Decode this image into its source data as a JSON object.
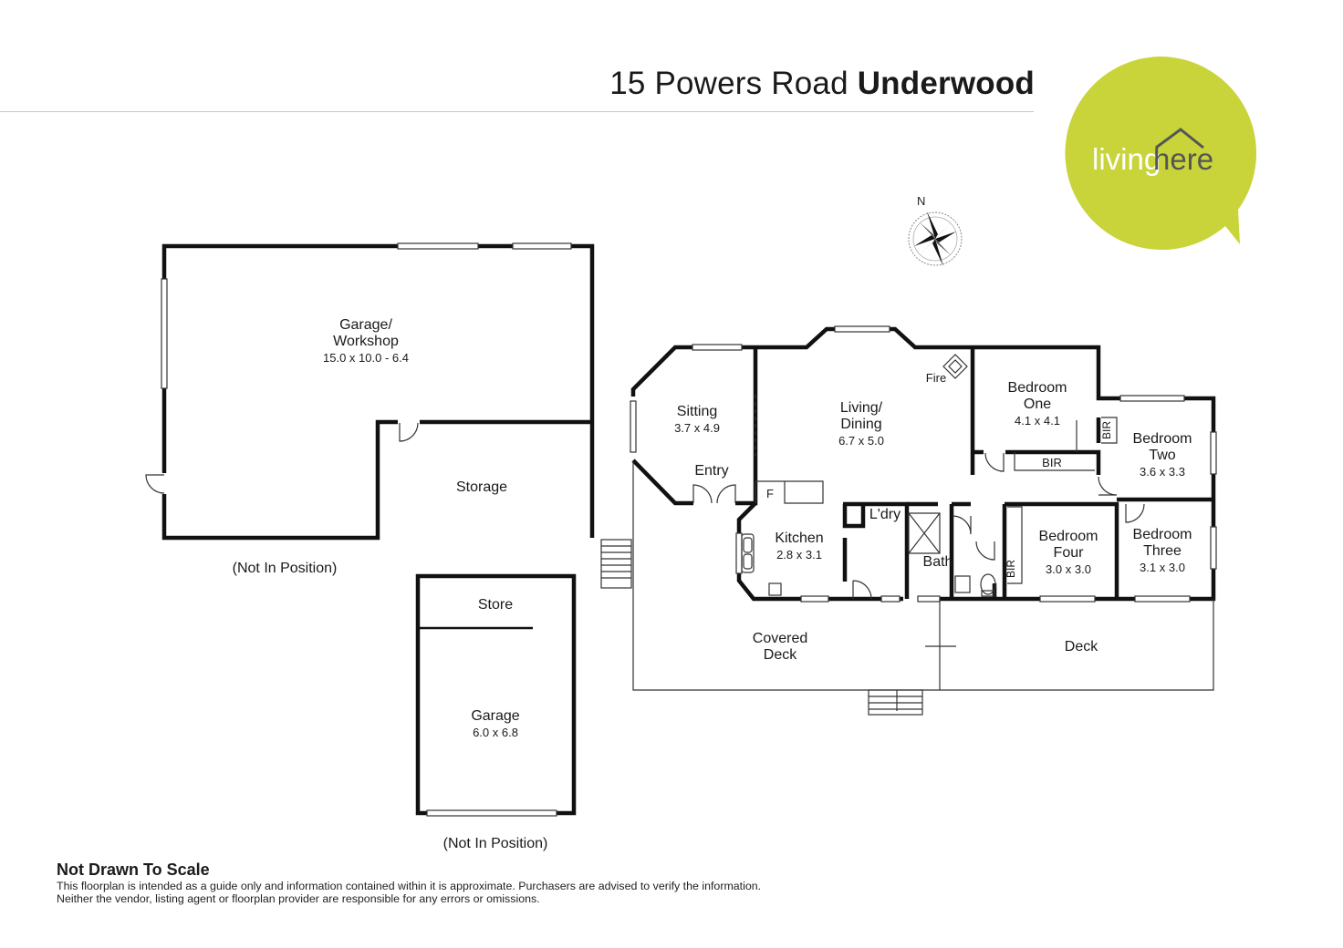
{
  "header": {
    "address": "15 Powers Road",
    "suburb": "Underwood"
  },
  "brand": {
    "logo_text_left": "living",
    "logo_text_right": "here",
    "logo_color": "#c8d43a",
    "logo_text_color": "#ffffff",
    "logo_text_right_color": "#555555"
  },
  "compass": {
    "north_label": "N"
  },
  "rooms": {
    "garage_workshop": {
      "name_line1": "Garage/",
      "name_line2": "Workshop",
      "dims": "15.0 x 10.0 - 6.4"
    },
    "storage": {
      "name": "Storage"
    },
    "not_in_position_1": "(Not In Position)",
    "store": {
      "name": "Store"
    },
    "garage": {
      "name": "Garage",
      "dims": "6.0 x 6.8"
    },
    "not_in_position_2": "(Not In Position)",
    "sitting": {
      "name": "Sitting",
      "dims": "3.7 x 4.9"
    },
    "entry": {
      "name": "Entry"
    },
    "living_dining": {
      "name_line1": "Living/",
      "name_line2": "Dining",
      "dims": "6.7 x 5.0"
    },
    "fire": {
      "name": "Fire"
    },
    "fridge": {
      "name": "F"
    },
    "kitchen": {
      "name": "Kitchen",
      "dims": "2.8 x 3.1"
    },
    "laundry": {
      "name": "L'dry"
    },
    "bath": {
      "name": "Bath"
    },
    "bedroom_one": {
      "name_line1": "Bedroom",
      "name_line2": "One",
      "dims": "4.1 x 4.1"
    },
    "bir_1": "BIR",
    "bir_2": "BIR",
    "bir_3": "BIR",
    "bedroom_two": {
      "name_line1": "Bedroom",
      "name_line2": "Two",
      "dims": "3.6 x 3.3"
    },
    "bedroom_four": {
      "name_line1": "Bedroom",
      "name_line2": "Four",
      "dims": "3.0 x 3.0"
    },
    "bedroom_three": {
      "name_line1": "Bedroom",
      "name_line2": "Three",
      "dims": "3.1 x 3.0"
    },
    "covered_deck": {
      "name_line1": "Covered",
      "name_line2": "Deck"
    },
    "deck": {
      "name": "Deck"
    }
  },
  "disclaimer": {
    "title": "Not Drawn To Scale",
    "body": "This floorplan is intended as a guide only and information contained within it is approximate. Purchasers are advised to verify the information. Neither the vendor, listing agent or floorplan provider are responsible for any errors or omissions."
  },
  "colors": {
    "wall": "#111111",
    "thin": "#333333",
    "rule": "#c8c8c8"
  }
}
